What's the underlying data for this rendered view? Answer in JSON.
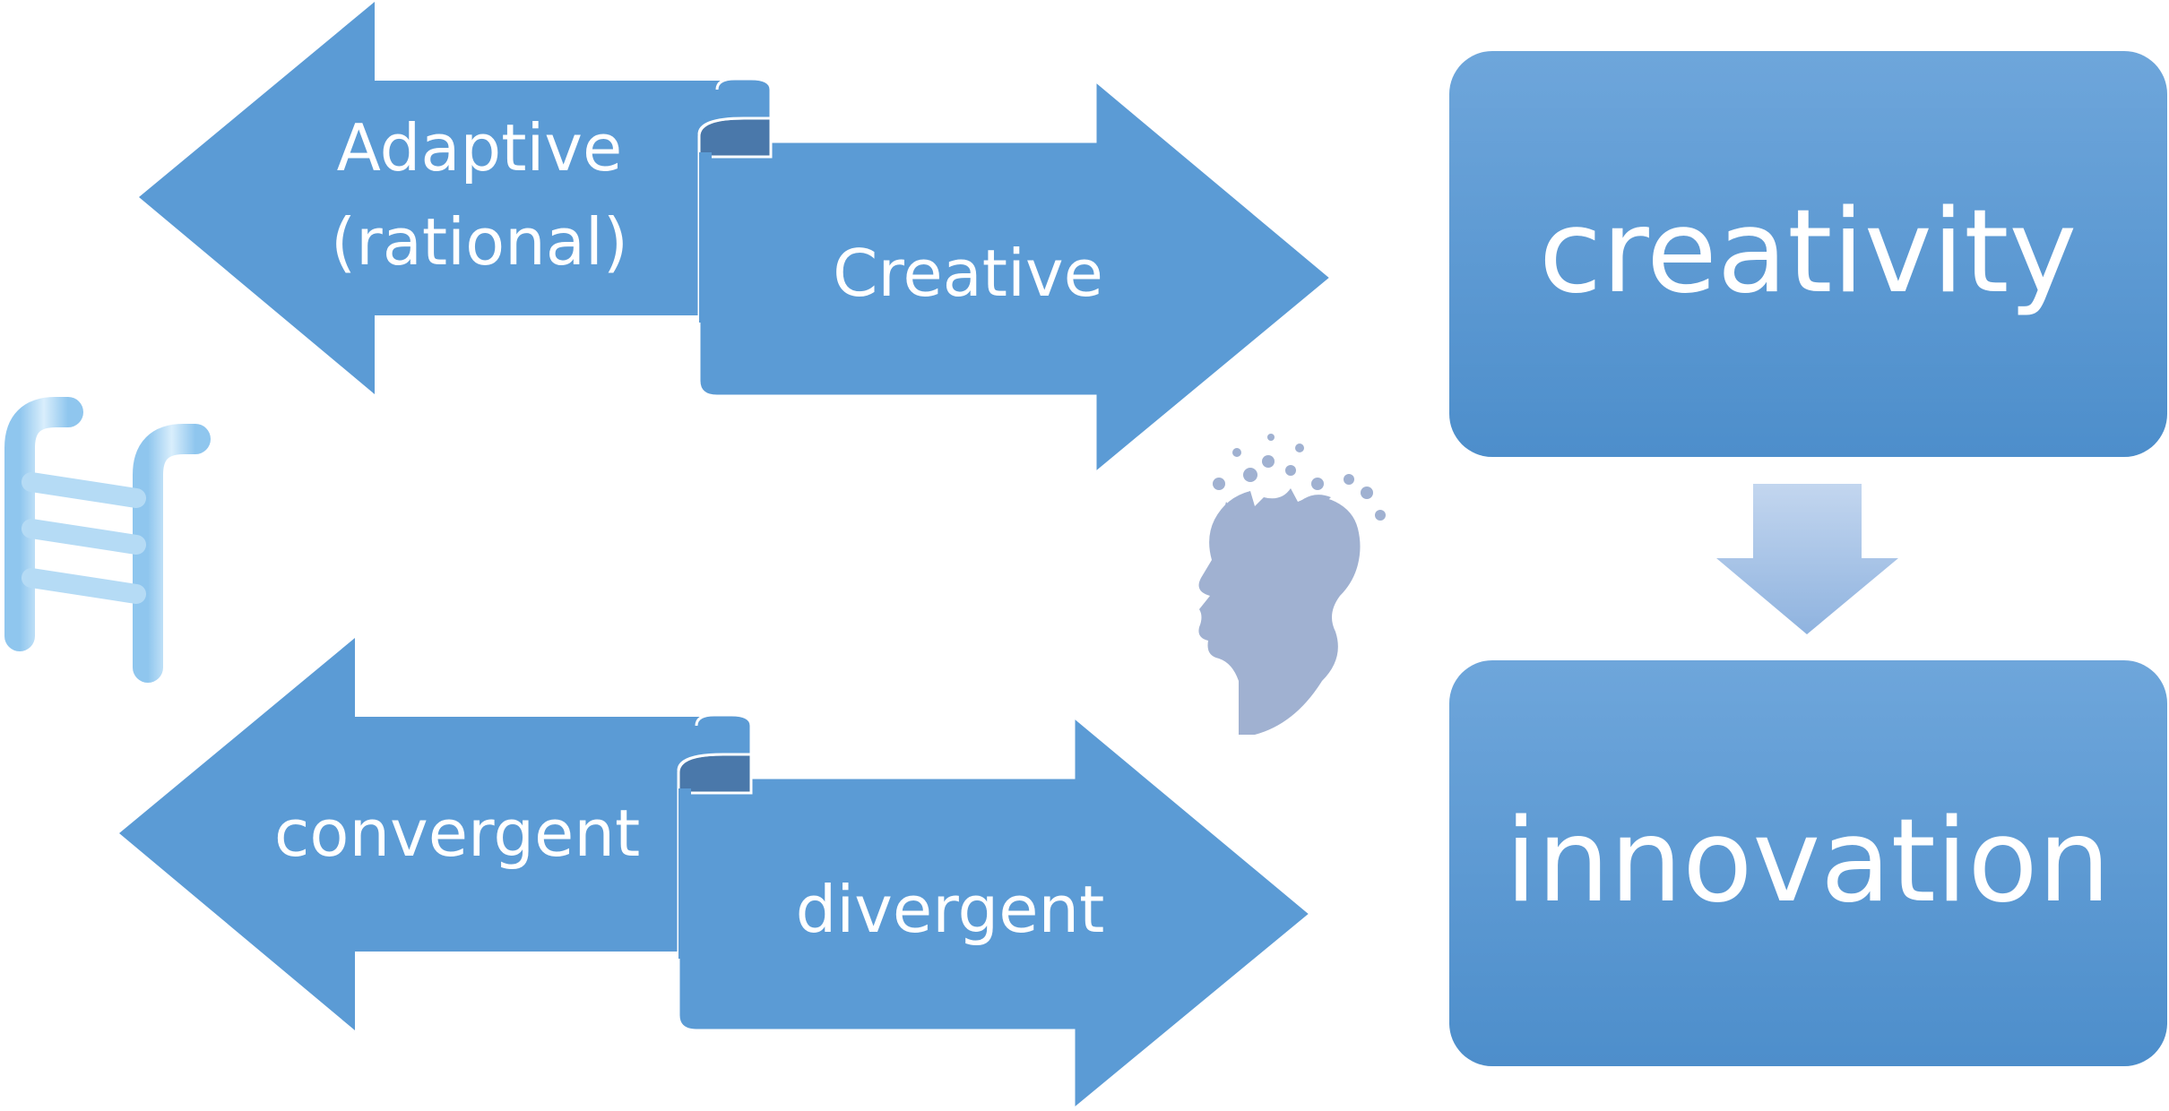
{
  "diagram": {
    "top_pair": {
      "left_line1": "Adaptive",
      "left_line2": "(rational)",
      "right": "Creative"
    },
    "bottom_pair": {
      "left": "convergent",
      "right": "divergent"
    },
    "boxes": {
      "top": "creativity",
      "bottom": "innovation"
    },
    "colors": {
      "arrow_fill": "#5b9bd5",
      "arrow_fold": "#4a78aa",
      "box_top": "#6ea6db",
      "box_bottom": "#4d8ecb",
      "down_arrow_top": "#bfd3ee",
      "down_arrow_bottom": "#8eb2df",
      "head_fill": "#a0b1d1",
      "ladder_fill": "#aed8f3"
    },
    "icons": {
      "ladder": "ladder-icon",
      "head": "thinking-head-icon",
      "down_arrow": "down-arrow-icon"
    }
  }
}
